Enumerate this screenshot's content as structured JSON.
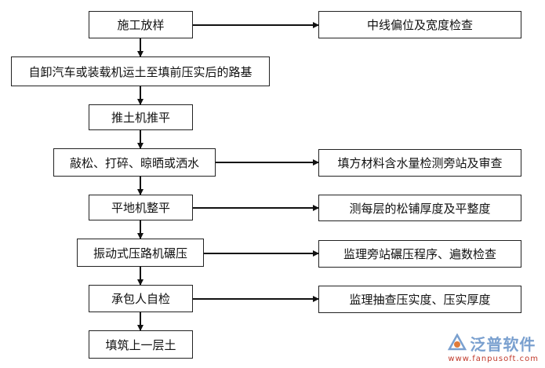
{
  "steps": [
    "施工放样",
    "自卸汽车或装载机运土至填前压实后的路基",
    "推土机推平",
    "敲松、打碎、晾晒或洒水",
    "平地机整平",
    "振动式压路机碾压",
    "承包人自检",
    "填筑上一层土"
  ],
  "checks": [
    "中线偏位及宽度检查",
    "填方材料含水量检测旁站及审查",
    "测每层的松铺厚度及平整度",
    "监理旁站碾压程序、遍数检查",
    "监理抽查压实度、压实厚度"
  ],
  "watermark": {
    "name": "泛普软件",
    "url": "www.fanpusoft.com",
    "logo_icon": "fanpu-logo-icon"
  }
}
